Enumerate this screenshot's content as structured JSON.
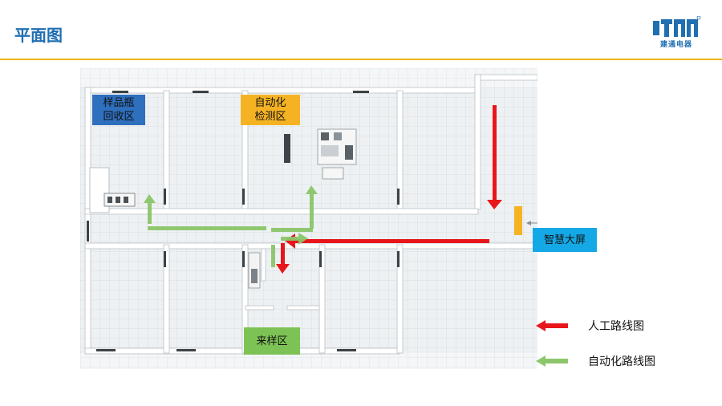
{
  "header": {
    "title": "平面图",
    "logo_text": "建通电器"
  },
  "labels": {
    "recycle_line1": "样品瓶",
    "recycle_line2": "回收区",
    "auto_line1": "自动化",
    "auto_line2": "检测区",
    "screen": "智慧大屏",
    "sample": "来样区"
  },
  "legend": {
    "manual": "人工路线图",
    "automatic": "自动化路线图"
  },
  "colors": {
    "accent_blue": "#1f6fb2",
    "rule_gold": "#f0b400",
    "manual_route": "#e8161b",
    "auto_route": "#8cc66b",
    "recycle_bg": "#2e6fbe",
    "auto_bg": "#f5b324",
    "screen_bg": "#14a9e6",
    "sample_bg": "#7dc255"
  }
}
